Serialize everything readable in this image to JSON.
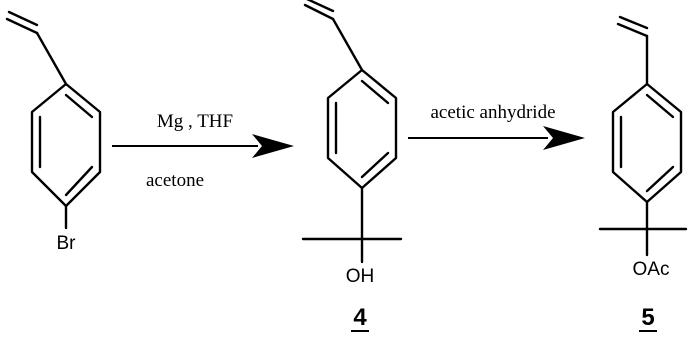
{
  "reaction": {
    "step1": {
      "reagent_top": "Mg , THF",
      "reagent_bottom": "acetone"
    },
    "step2": {
      "reagent_top": "acetic anhydride"
    }
  },
  "molecules": {
    "start": {
      "substituent": "Br"
    },
    "product1": {
      "substituent": "OH",
      "label": "4"
    },
    "product2": {
      "substituent": "OAc",
      "label": "5"
    }
  },
  "colors": {
    "ink": "#000000",
    "background": "#ffffff"
  }
}
